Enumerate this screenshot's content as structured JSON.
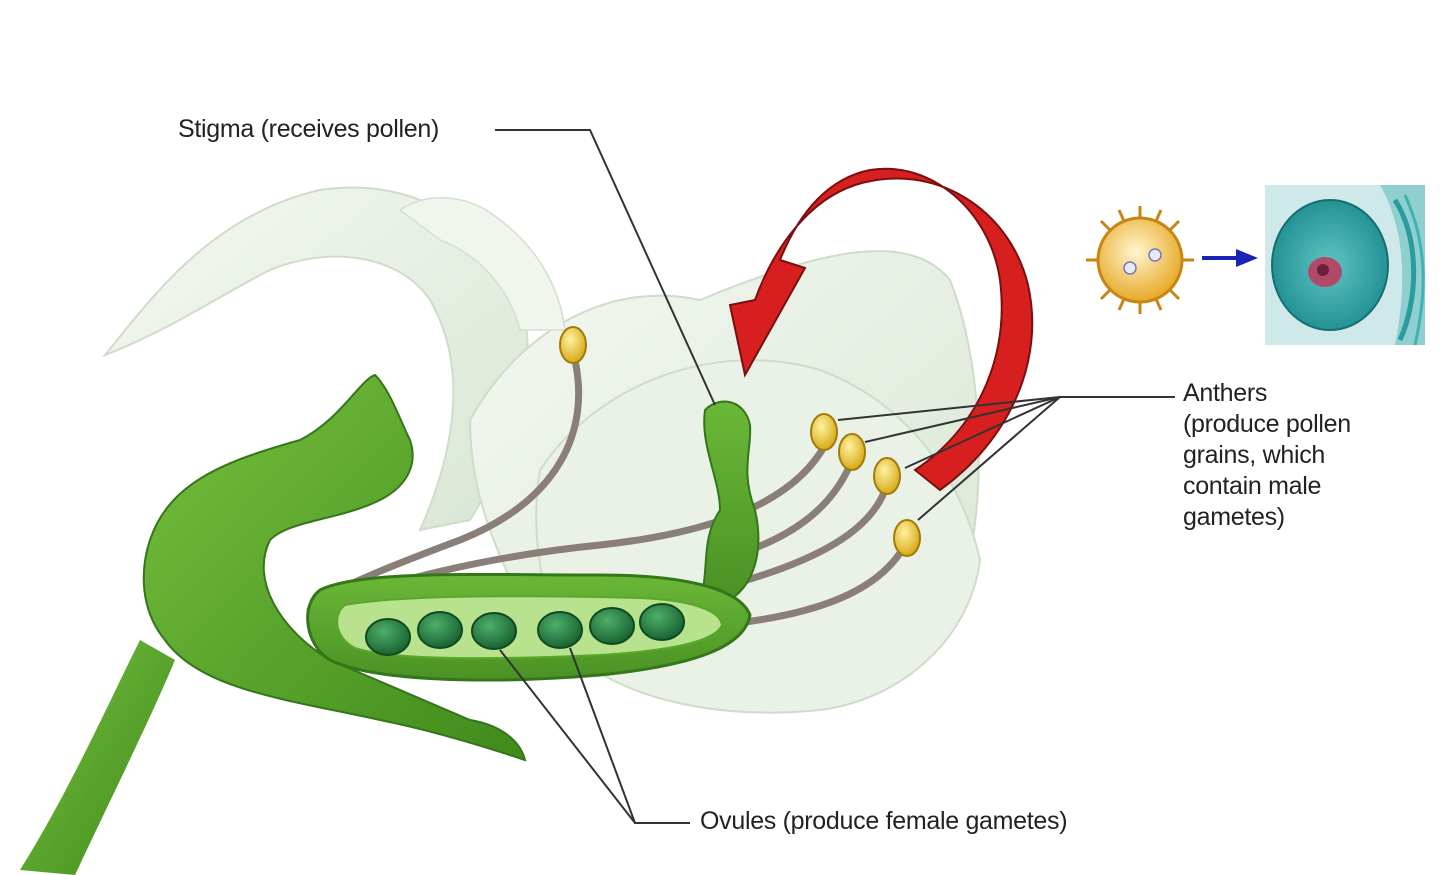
{
  "labels": {
    "stigma": "Stigma (receives pollen)",
    "anthers_lines": [
      "Anthers",
      "(produce pollen",
      "grains, which",
      "contain male",
      "gametes)"
    ],
    "ovules": "Ovules (produce female gametes)"
  },
  "colors": {
    "background": "#ffffff",
    "arrow": "#d81f1f",
    "leaf_green": "#5aa82a",
    "ovary_green": "#7cc24a",
    "ovule": "#1f7a3f",
    "anther": "#e9c21e",
    "filament": "#8a7f78",
    "petal": "#e6efe4",
    "pointer_arrow": "#1a23b8",
    "cell": "#2aa5a8"
  },
  "icons": [
    "red-curved-arrow-icon",
    "pollen-grain-icon",
    "blue-arrow-icon",
    "egg-cell-icon"
  ]
}
